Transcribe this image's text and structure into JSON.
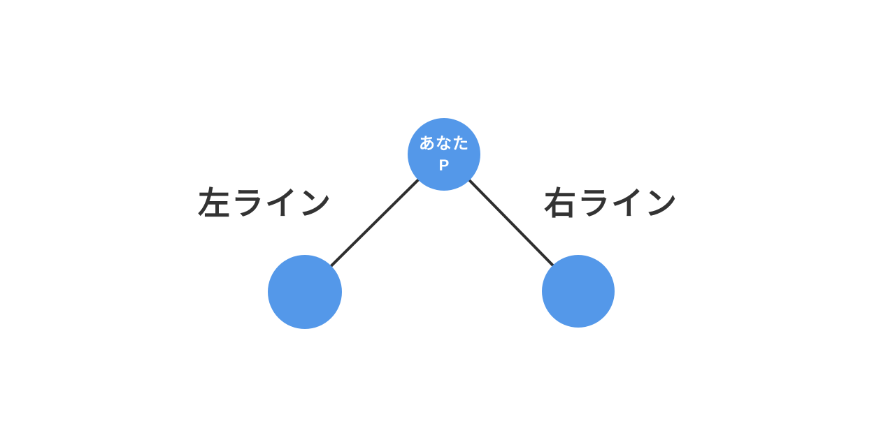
{
  "diagram": {
    "title": "binary-tree-lines-diagram",
    "root_node": {
      "line1": "あなた",
      "line2": "P"
    },
    "left_branch": {
      "label": "左ライン"
    },
    "right_branch": {
      "label": "右ライン"
    },
    "child_nodes": [
      {
        "name": "left-child-node",
        "label": ""
      },
      {
        "name": "right-child-node",
        "label": ""
      }
    ],
    "colors": {
      "node_fill": "#5498E9",
      "node_text": "#ffffff",
      "connector_line": "#2e2e2e",
      "label_text": "#333333",
      "background": "#ffffff"
    }
  }
}
